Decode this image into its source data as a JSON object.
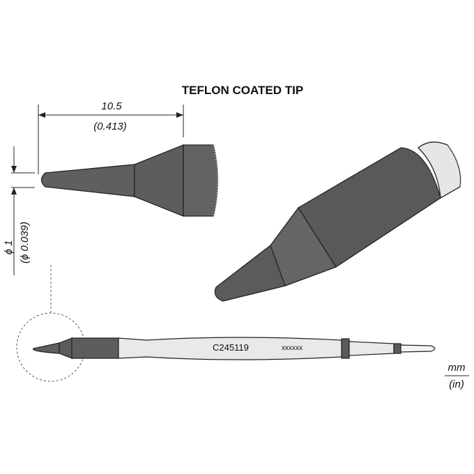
{
  "title": "TEFLON COATED TIP",
  "dimensions": {
    "length_mm": "10.5",
    "length_in": "(0.413)",
    "diameter_mm": "ϕ 1",
    "diameter_in": "(ϕ 0.039)"
  },
  "cartridge": {
    "model": "C245119",
    "serial": "xxxxxx"
  },
  "units": {
    "metric": "mm",
    "imperial": "(in)"
  },
  "colors": {
    "tip_dark": "#5a5a5a",
    "tip_mid": "#6b6b6b",
    "sleeve": "#e8e8e8",
    "outline": "#222222"
  }
}
